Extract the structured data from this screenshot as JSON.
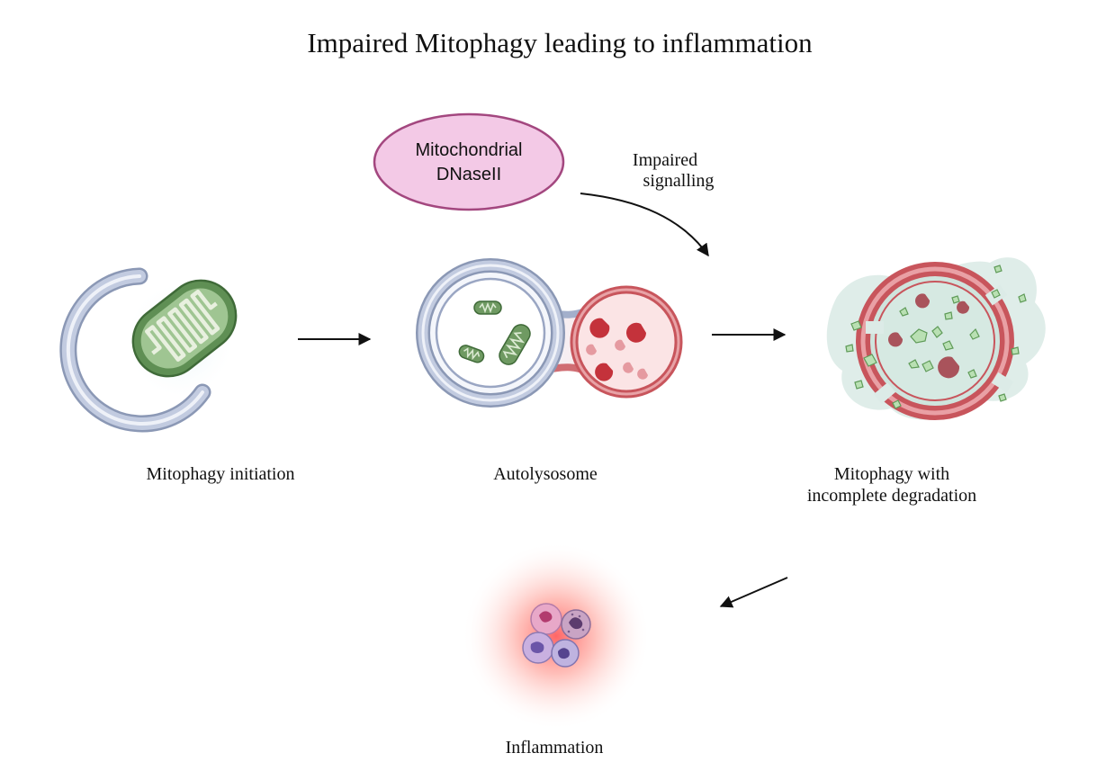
{
  "title": "Impaired Mitophagy leading to inflammation",
  "nodes": {
    "enzyme": {
      "line1": "Mitochondrial",
      "line2": "DNaseII"
    },
    "signal": {
      "line1": "Impaired",
      "line2": "signalling"
    },
    "stage1": {
      "label": "Mitophagy initiation"
    },
    "stage2": {
      "label": "Autolysosome"
    },
    "stage3": {
      "line1": "Mitophagy with",
      "line2": "incomplete degradation"
    },
    "stage4": {
      "label": "Inflammation"
    }
  },
  "colors": {
    "membrane_blue": "#aab6cf",
    "membrane_red": "#cc5c63",
    "mitochondrion_green": "#5f8f54",
    "debris_green": "#b9e0b3",
    "enzyme_fill": "#f3c9e6",
    "enzyme_stroke": "#a3477f",
    "inflammation_glow": "#ff7a7a",
    "arrow": "#111111"
  },
  "icons": [
    "mitochondrion-icon",
    "phagophore-icon",
    "autolysosome-icon",
    "lysosome-enzyme-icon",
    "leaky-lysosome-icon",
    "immune-cell-icon"
  ]
}
